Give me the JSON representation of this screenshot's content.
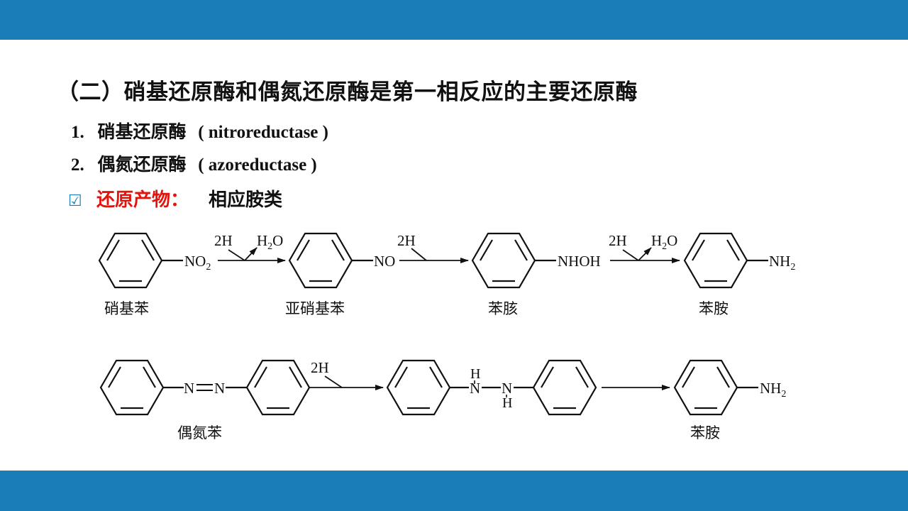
{
  "title": "（二）硝基还原酶和偶氮还原酶是第一相反应的主要还原酶",
  "items": [
    {
      "num": "1.",
      "cn": "硝基还原酶",
      "en": "( nitroreductase )"
    },
    {
      "num": "2.",
      "cn": "偶氮还原酶",
      "en": "( azoreductase )"
    }
  ],
  "product": {
    "icon": "checkbox-icon",
    "label": "还原产物：",
    "value": "相应胺类"
  },
  "scheme1": {
    "compounds": [
      "硝基苯",
      "亚硝基苯",
      "苯胲",
      "苯胺"
    ],
    "groups": [
      "NO",
      "2",
      "NO",
      "NHOH",
      "NH",
      "2"
    ],
    "reagents": [
      "2H",
      "H",
      "2",
      "O",
      "2H",
      "2H",
      "H",
      "2",
      "O"
    ]
  },
  "scheme2": {
    "compounds": [
      "偶氮苯",
      "苯胺"
    ],
    "groups": [
      "N",
      "N",
      "H",
      "H",
      "NH",
      "2"
    ],
    "reagents": [
      "2H"
    ]
  },
  "colors": {
    "bar": "#1a7db8",
    "highlight": "#e3120b",
    "text": "#111111"
  }
}
